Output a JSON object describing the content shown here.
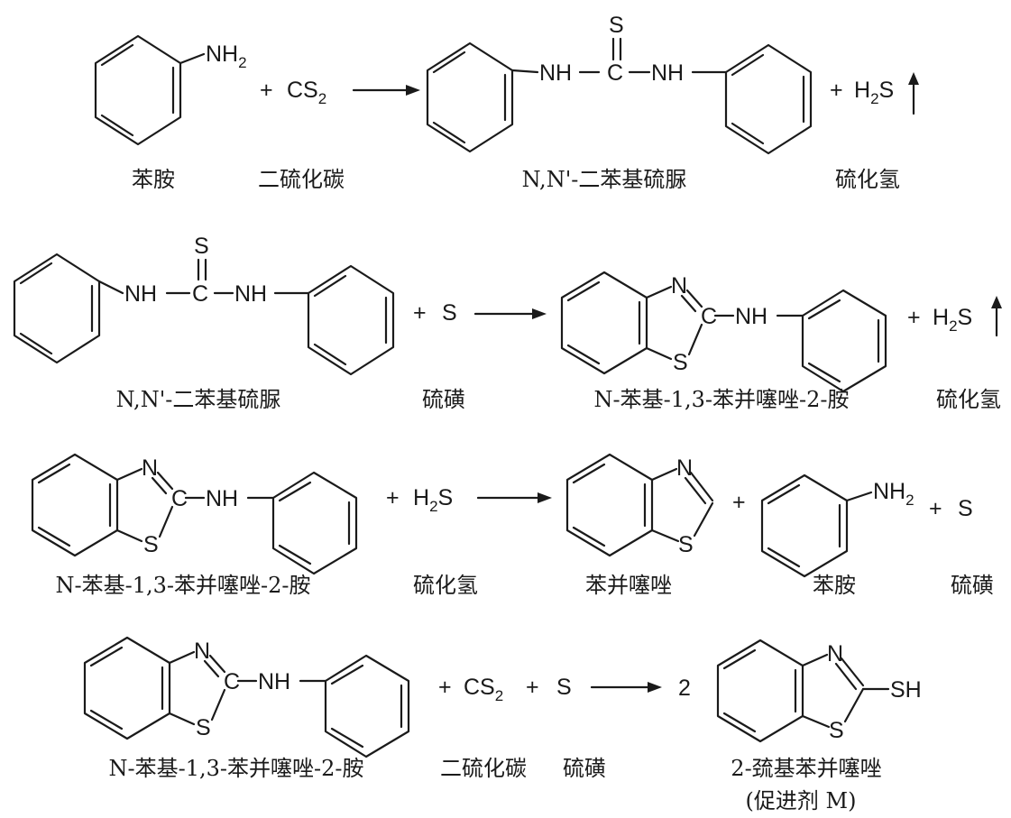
{
  "reactions": [
    {
      "id": "r1",
      "equation": {
        "aniline_nh2": "NH",
        "aniline_nh2_sub": "2",
        "plus1": "+ ",
        "cs2": "CS",
        "cs2_sub": "2",
        "thiourea_nh_left": "NH",
        "thiourea_c": "C",
        "thiourea_s": "S",
        "thiourea_nh_right": "NH",
        "plus2": "+ ",
        "h2s_h": "H",
        "h2s_sub": "2",
        "h2s_s": "S"
      },
      "captions": [
        "苯胺",
        "二硫化碳",
        "N,N'-二苯基硫脲",
        "硫化氢"
      ]
    },
    {
      "id": "r2",
      "equation": {
        "thiourea_nh_left": "NH",
        "thiourea_c": "C",
        "thiourea_s": "S",
        "thiourea_nh_right": "NH",
        "plus1": "+ ",
        "sulfur": "S",
        "bt_n": "N",
        "bt_s": "S",
        "bt_c": "C",
        "bt_nh": "NH",
        "plus2": "+ ",
        "h2s_h": "H",
        "h2s_sub": "2",
        "h2s_s": "S"
      },
      "captions": [
        "N,N'-二苯基硫脲",
        "硫磺",
        "N-苯基-1,3-苯并噻唑-2-胺",
        "硫化氢"
      ]
    },
    {
      "id": "r3",
      "equation": {
        "bt_n": "N",
        "bt_s": "S",
        "bt_c": "C",
        "bt_nh": "NH",
        "plus1": "+ ",
        "h2s_h": "H",
        "h2s_sub": "2",
        "h2s_s": "S",
        "btz_n": "N",
        "btz_s": "S",
        "plus2": "+",
        "aniline_nh2": "NH",
        "aniline_nh2_sub": "2",
        "plus3": "+ ",
        "sulfur": "S"
      },
      "captions": [
        "N-苯基-1,3-苯并噻唑-2-胺",
        "硫化氢",
        "苯并噻唑",
        "苯胺",
        "硫磺"
      ]
    },
    {
      "id": "r4",
      "equation": {
        "bt_n": "N",
        "bt_s": "S",
        "bt_c": "C",
        "bt_nh": "NH",
        "plus1": "+ ",
        "cs2": "CS",
        "cs2_sub": "2",
        "plus2": "+",
        "sulfur": "S",
        "coefficient": "2",
        "mbt_n": "N",
        "mbt_s": "S",
        "mbt_sh": "SH"
      },
      "captions": [
        "N-苯基-1,3-苯并噻唑-2-胺",
        "二硫化碳",
        "硫磺",
        "2-巯基苯并噻唑",
        "(促进剂 M)"
      ]
    }
  ]
}
